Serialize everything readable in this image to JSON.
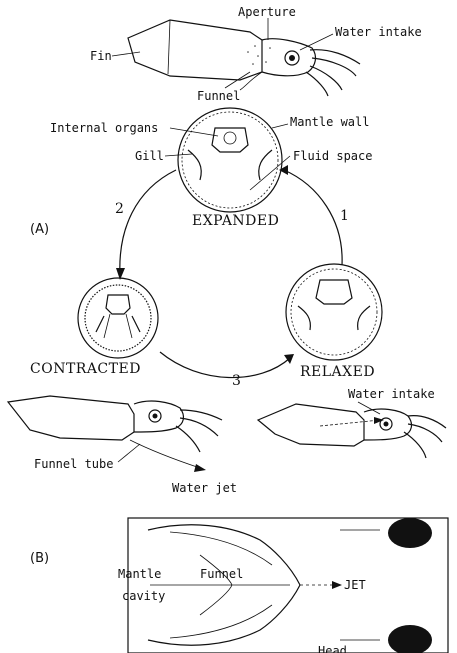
{
  "labels": {
    "aperture": "Aperture",
    "water_intake_top": "Water intake",
    "fin": "Fin",
    "funnel_top": "Funnel",
    "internal_organs": "Internal organs",
    "mantle_wall": "Mantle wall",
    "gill": "Gill",
    "fluid_space": "Fluid space",
    "expanded": "EXPANDED",
    "part_a": "(A)",
    "step_1": "1",
    "step_2": "2",
    "step_3": "3",
    "contracted": "CONTRACTED",
    "relaxed": "RELAXED",
    "water_intake_bottom": "Water intake",
    "funnel_tube": "Funnel tube",
    "water_jet": "Water jet",
    "part_b": "(B)",
    "mantle": "Mantle",
    "cavity": "cavity",
    "funnel_b": "Funnel",
    "jet": "JET",
    "head": "Head"
  }
}
